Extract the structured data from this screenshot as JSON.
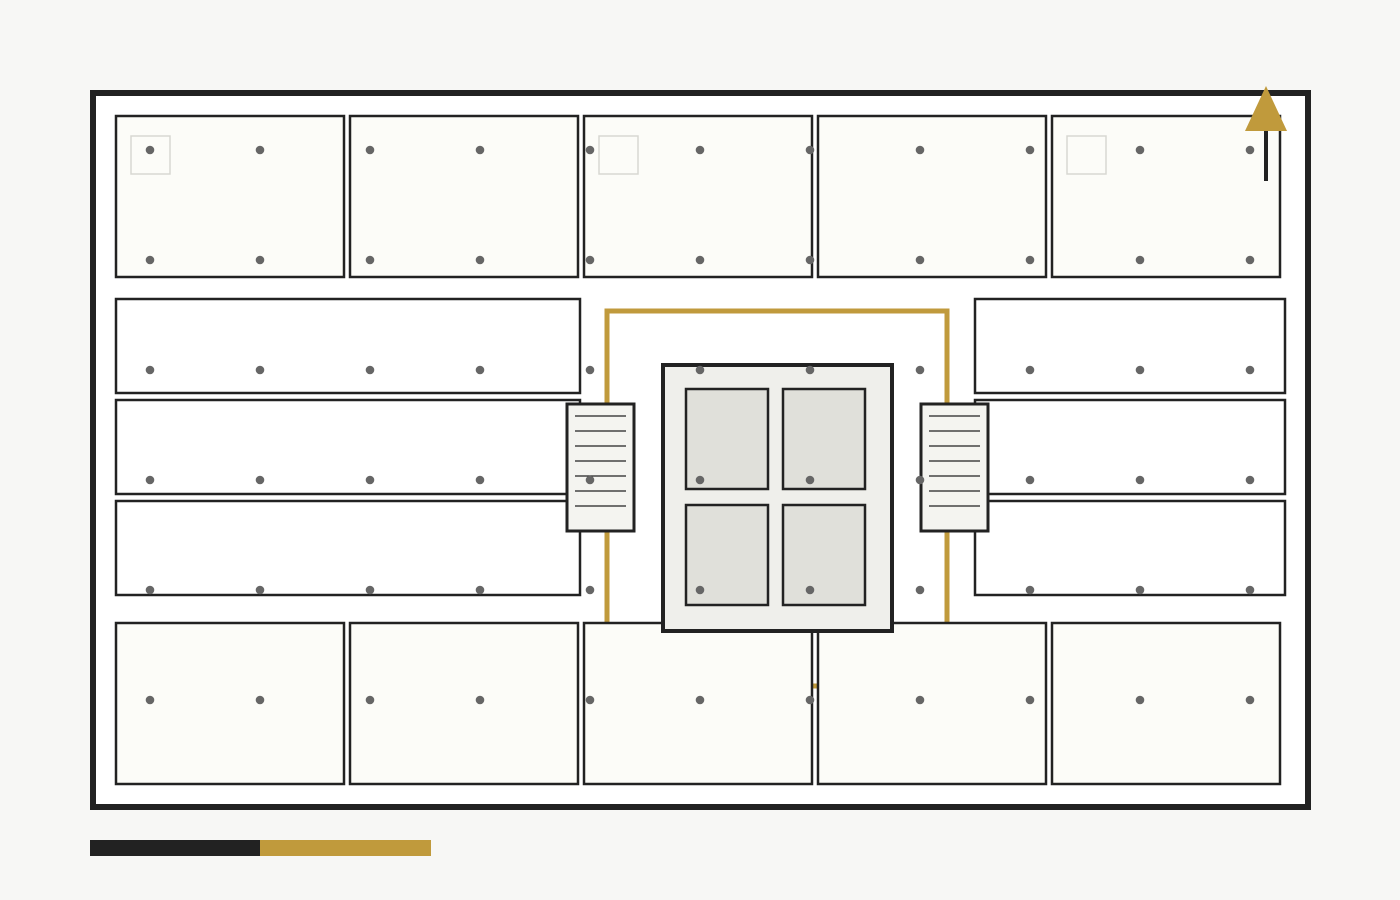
{
  "plan": {
    "colors": {
      "background": "#f7f7f5",
      "building_fill": "#ffffff",
      "wall": "#222222",
      "unit_fill_outer": "#fcfcf8",
      "unit_fill_inner": "#ffffff",
      "core_fill": "#efefeb",
      "elevator_fill": "#e0e0da",
      "stair_fill": "#f4f4f0",
      "accent": "#c09a3c",
      "column": "#666666",
      "fixture": "#d8d8d2"
    },
    "icons": {
      "north_arrow": "north-arrow-icon",
      "column": "column-dot-icon"
    },
    "counts": {
      "top_units": 5,
      "bottom_units": 5,
      "left_mid_units": 3,
      "right_mid_units": 3,
      "stairs": 2,
      "elevators": 4
    },
    "scale_bar": {
      "segments": 2,
      "colors": [
        "#222222",
        "#c09a3c"
      ]
    }
  }
}
